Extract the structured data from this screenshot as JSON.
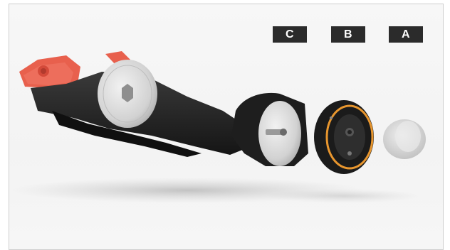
{
  "image": {
    "subject": "exploded-view-assembly",
    "colors": {
      "background": "#f4f4f4",
      "label_bg": "#2b2b2b",
      "label_text": "#ffffff",
      "accent_red": "#e85a4a",
      "accent_orange": "#e8962e",
      "metal": "#d8d8d8",
      "dark_housing": "#2a2a2a"
    }
  },
  "labels": {
    "c": "C",
    "b": "B",
    "a": "A"
  }
}
